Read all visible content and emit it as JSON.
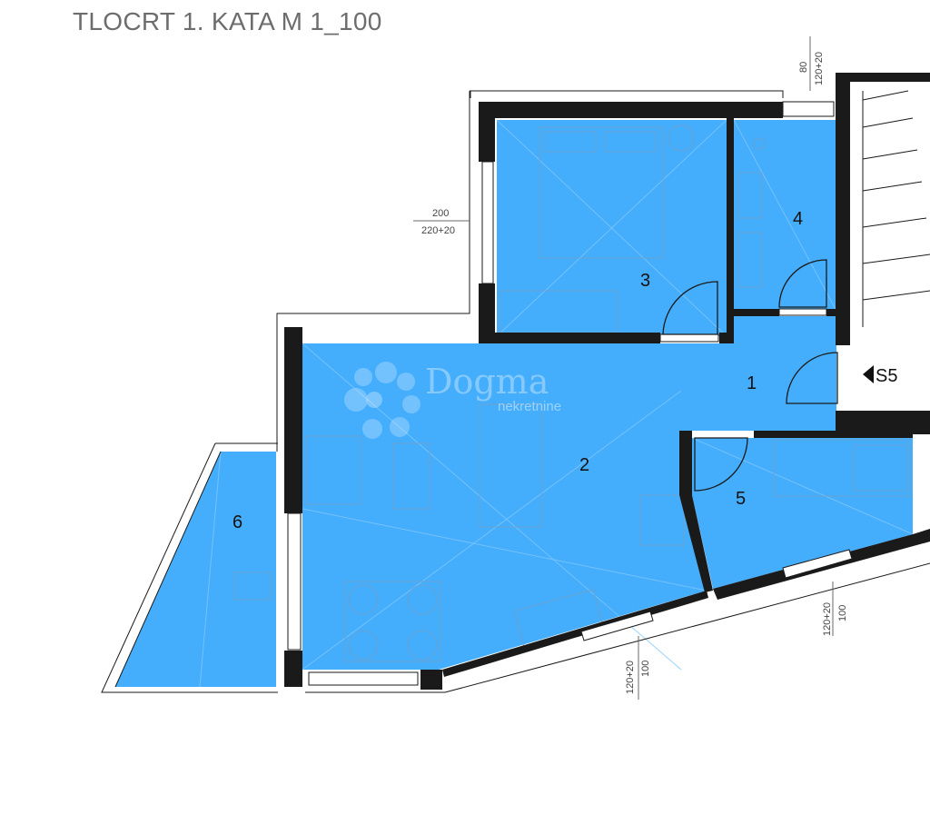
{
  "title": "TLOCRT 1. KATA M 1_100",
  "rooms": {
    "r1": "1",
    "r2": "2",
    "r3": "3",
    "r4": "4",
    "r5": "5",
    "r6": "6"
  },
  "section_marker": "S5",
  "dimensions": {
    "top_a": "80",
    "top_b": "120+20",
    "left_a": "200",
    "left_b": "220+20",
    "bottom_a": "100",
    "bottom_b": "120+20",
    "right_a": "100",
    "right_b": "120+20"
  },
  "watermark": {
    "brand": "Dogma",
    "sub": "nekretnine"
  },
  "colors": {
    "room_fill": "#45aefc",
    "wall": "#1a1a1a",
    "title": "#6d6d6d"
  },
  "icons": [
    "door-swing-icon",
    "section-arrow-icon",
    "watermark-logo-icon"
  ]
}
